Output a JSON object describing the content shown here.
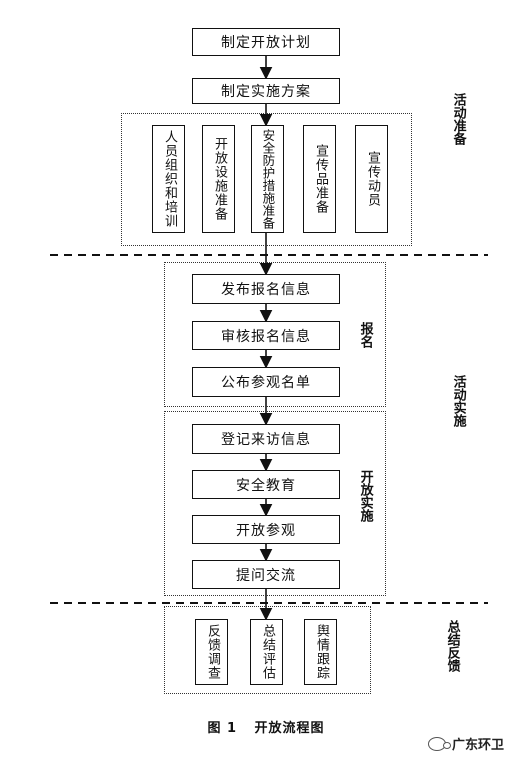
{
  "steps": {
    "s1": "制定开放计划",
    "s2": "制定实施方案",
    "prep": [
      "人员组织和培训",
      "开放设施准备",
      "安全防护措施准备",
      "宣传品准备",
      "宣传动员"
    ],
    "reg": [
      "发布报名信息",
      "审核报名信息",
      "公布参观名单"
    ],
    "open": [
      "登记来访信息",
      "安全教育",
      "开放参观",
      "提问交流"
    ],
    "feedback": [
      "反馈调查",
      "总结评估",
      "舆情跟踪"
    ]
  },
  "labels": {
    "prep_phase": "活动准备",
    "impl_phase": "活动实施",
    "reg_group": "报名",
    "open_group": "开放实施",
    "summary_phase": "总结反馈"
  },
  "caption": {
    "figure": "图 1",
    "title": "开放流程图"
  },
  "watermark": {
    "text": "广东环卫",
    "icon": "wechat-icon"
  }
}
